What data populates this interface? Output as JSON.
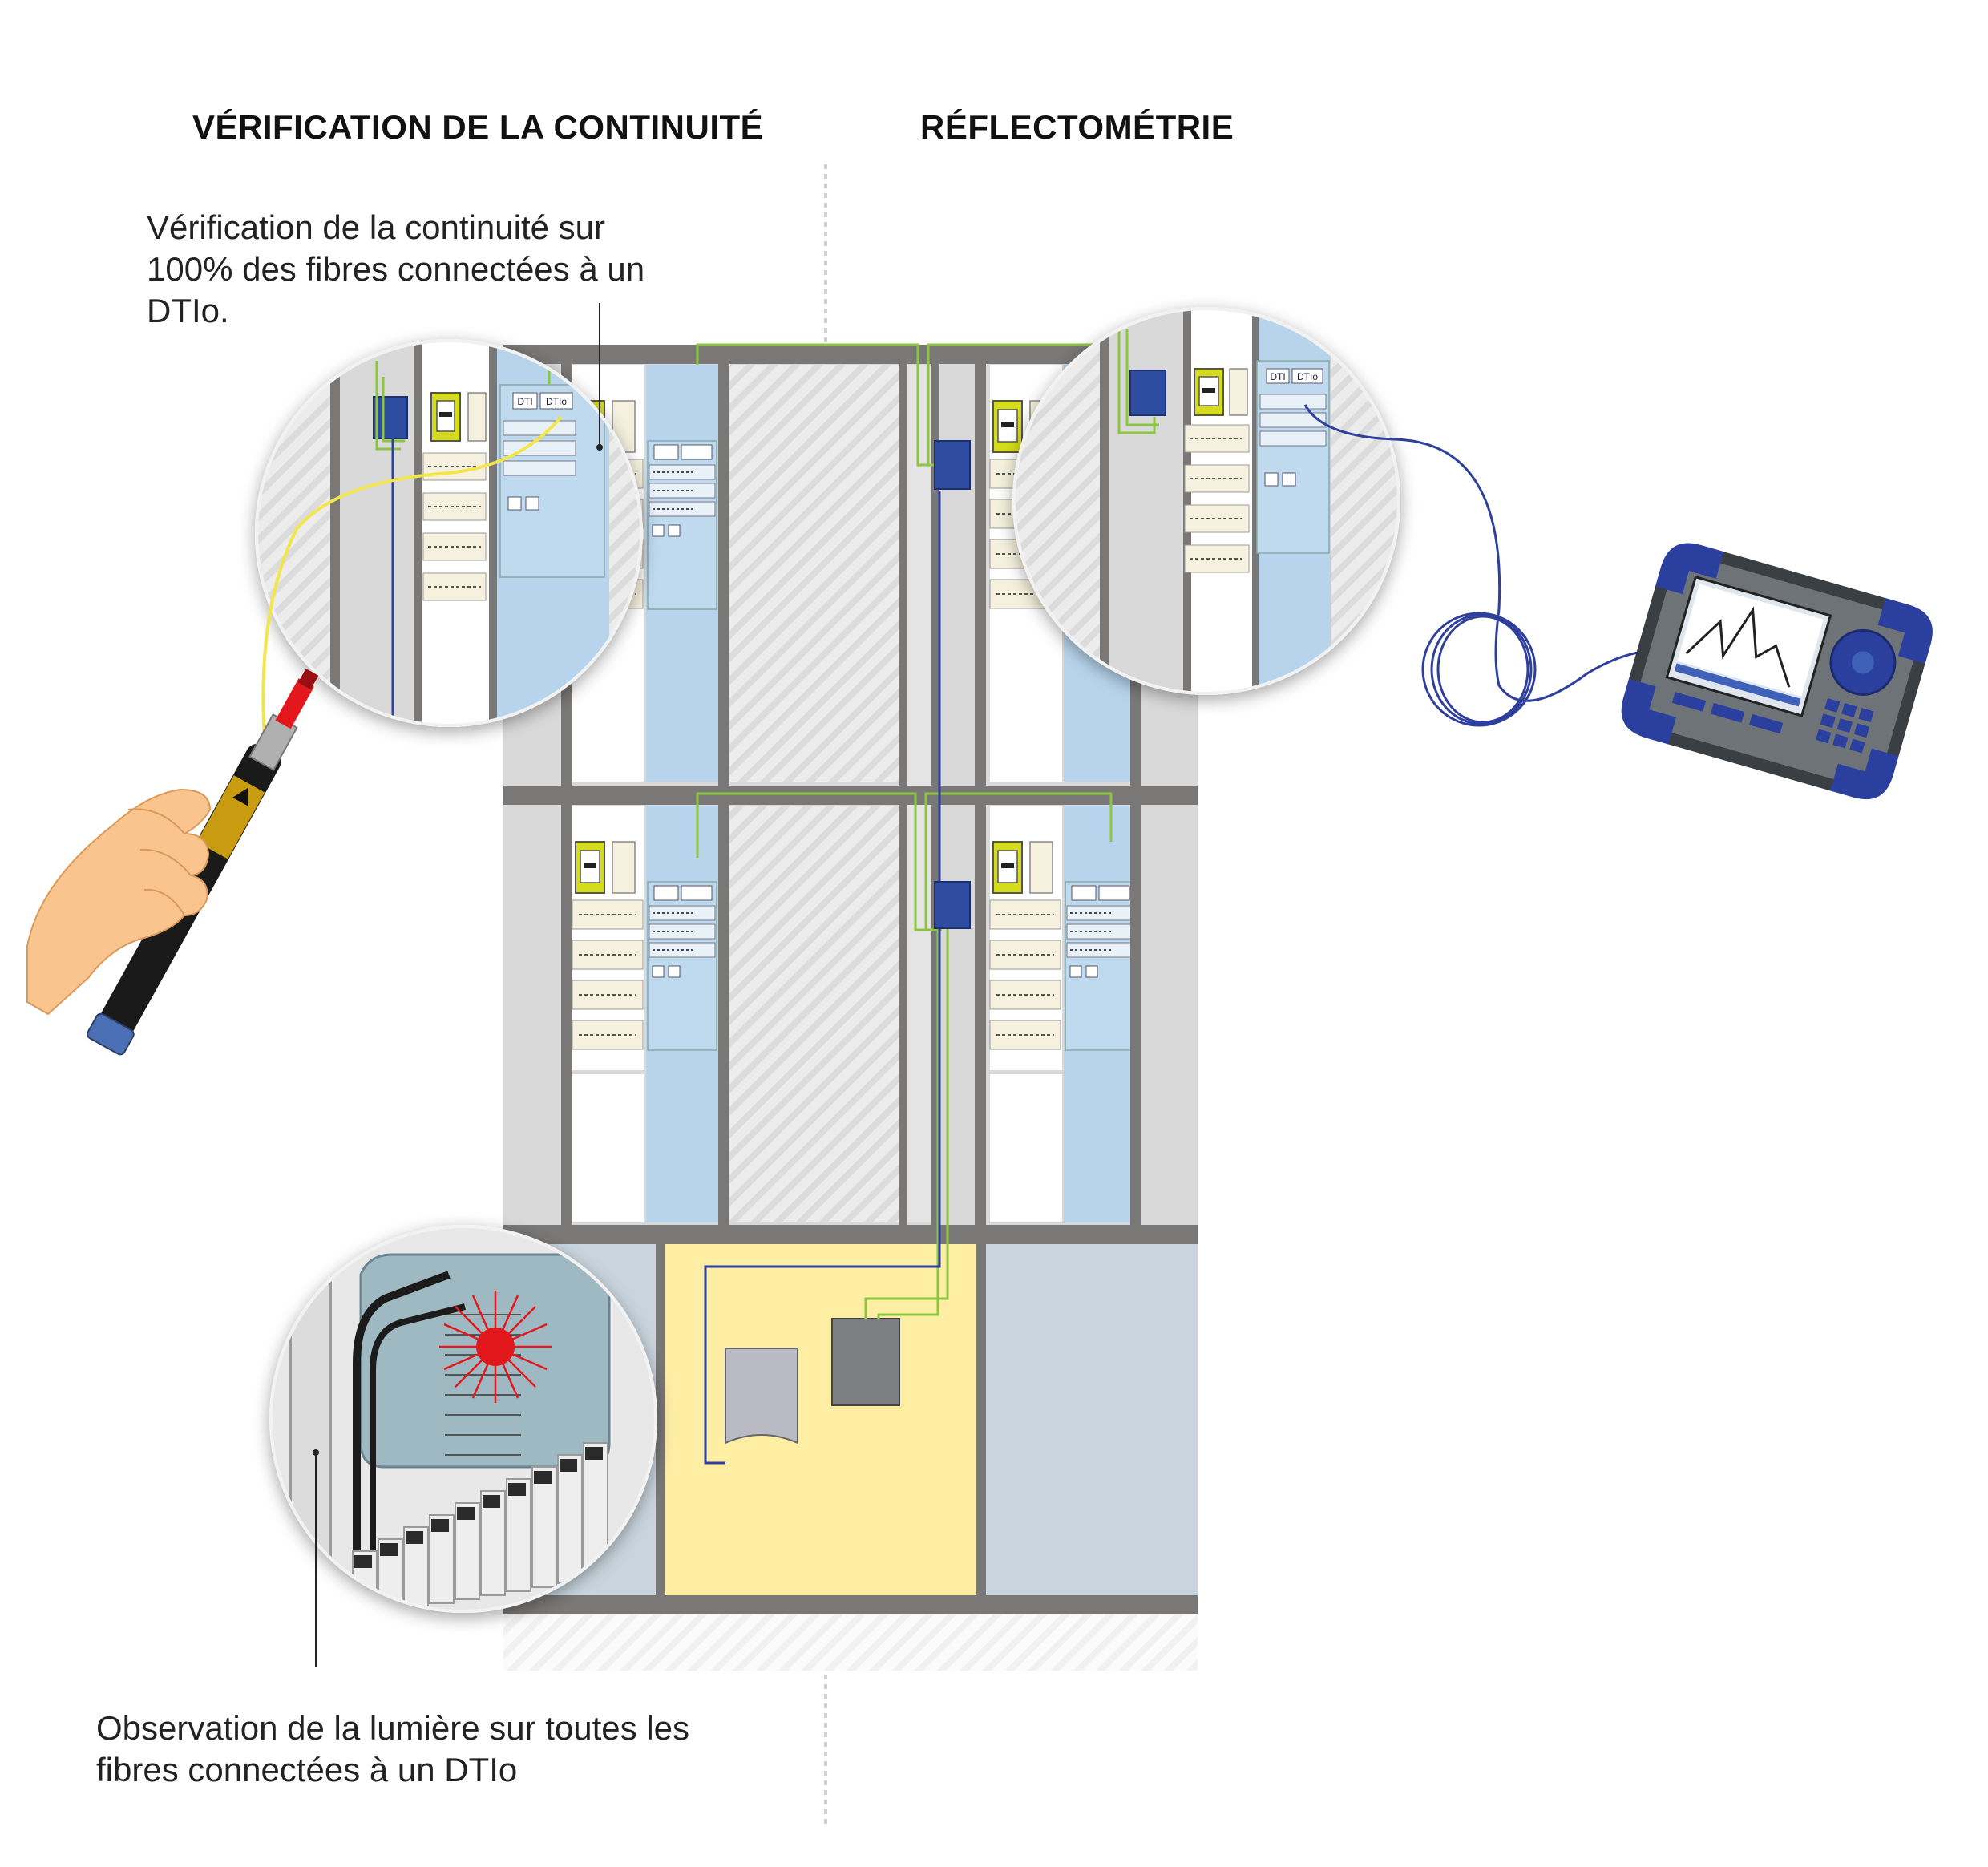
{
  "headings": {
    "left": "VÉRIFICATION DE LA CONTINUITÉ",
    "right": "RÉFLECTOMÉTRIE"
  },
  "captions": {
    "top": "Vérification de la continuité sur 100% des fibres connectées à un DTIo.",
    "bottom": "Observation de la lumière sur toutes les fibres connectées à un DTIo"
  },
  "labels": {
    "dti": "DTI",
    "dtio": "DTIo"
  },
  "colors": {
    "wall": "#7a7876",
    "grey_room": "#d9d9d9",
    "light_blue": "#b8d4ec",
    "yellow_room": "#fdeea4",
    "blue_gray_room": "#c9d5de",
    "fiber_green": "#8cc63f",
    "fiber_blue": "#2e3f9c",
    "fiber_yellow": "#f2e64b",
    "laser_red": "#e3181d",
    "box_blue": "#2e4da0",
    "meter_lime": "#d4dc1c"
  },
  "icons": [
    "hand-icon",
    "visual-fault-locator-icon",
    "otdr-device-icon",
    "fiber-coil-icon",
    "laser-glow-icon",
    "meter-icon"
  ]
}
